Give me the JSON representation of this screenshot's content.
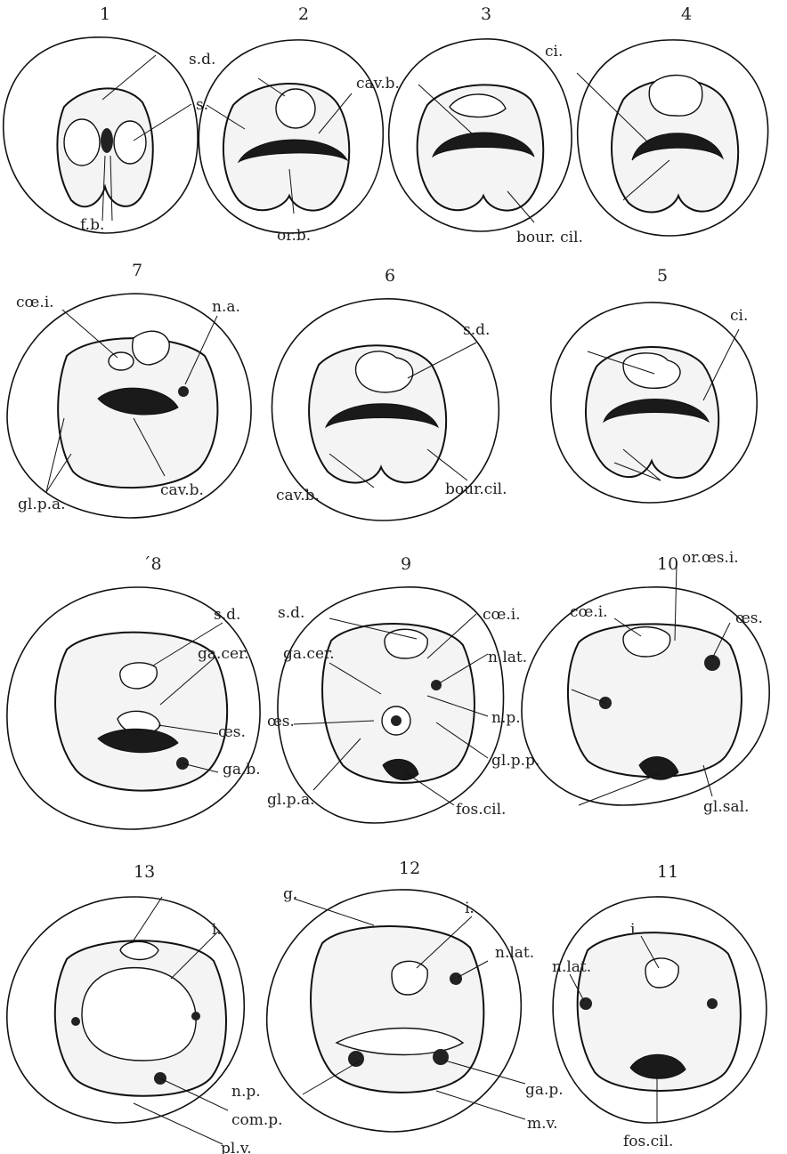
{
  "figures": [
    {
      "n": "1"
    },
    {
      "n": "2"
    },
    {
      "n": "3"
    },
    {
      "n": "4"
    },
    {
      "n": "7"
    },
    {
      "n": "6"
    },
    {
      "n": "5"
    },
    {
      "n": "´8"
    },
    {
      "n": "9"
    },
    {
      "n": "10"
    },
    {
      "n": "13"
    },
    {
      "n": "12"
    },
    {
      "n": "11"
    }
  ],
  "labels": {
    "sd": "s.d.",
    "s": "s.",
    "fb": "f.b.",
    "cavb": "cav.b.",
    "orb": "or.b.",
    "ci": "ci.",
    "bourcil": "bour. cil.",
    "bourcil2": "bour.cil.",
    "coei": "cœ.i.",
    "na": "n.a.",
    "glpa": "gl.p.a.",
    "gacer": "ga.cer.",
    "oes": "œs.",
    "gab": "ga.b.",
    "nlat": "n.lat.",
    "np": "n.p.",
    "glpp": "gl.p.p.",
    "foscil": "fos.cil.",
    "oroesi": "or.œs.i.",
    "glsal": "gl.sal.",
    "g": "g.",
    "i": "i.",
    "comp": "com.p.",
    "plv": "pl.v.",
    "gap": "ga.p.",
    "mv": "m.v."
  }
}
